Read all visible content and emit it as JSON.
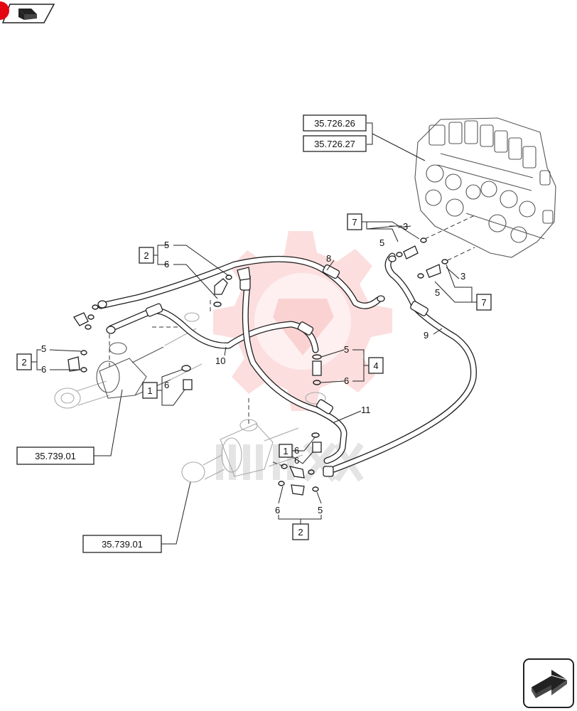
{
  "top_badge": {
    "icon": "book-icon",
    "accent": "#e30613"
  },
  "references": [
    {
      "id": "ref-35-726-26",
      "label": "35.726.26"
    },
    {
      "id": "ref-35-726-27",
      "label": "35.726.27"
    },
    {
      "id": "ref-35-739-01-a",
      "label": "35.739.01"
    },
    {
      "id": "ref-35-739-01-b",
      "label": "35.739.01"
    }
  ],
  "boxed_items": [
    "2",
    "7",
    "1",
    "4",
    "1",
    "7",
    "2",
    "2"
  ],
  "callouts": [
    "5",
    "6",
    "3",
    "8",
    "5",
    "3",
    "5",
    "9",
    "5",
    "6",
    "10",
    "5",
    "6",
    "6",
    "6",
    "11",
    "6",
    "6",
    "5"
  ],
  "watermark": {
    "color": "#f26b6b"
  },
  "next_button": {
    "icon": "next-page-arrow-icon"
  }
}
